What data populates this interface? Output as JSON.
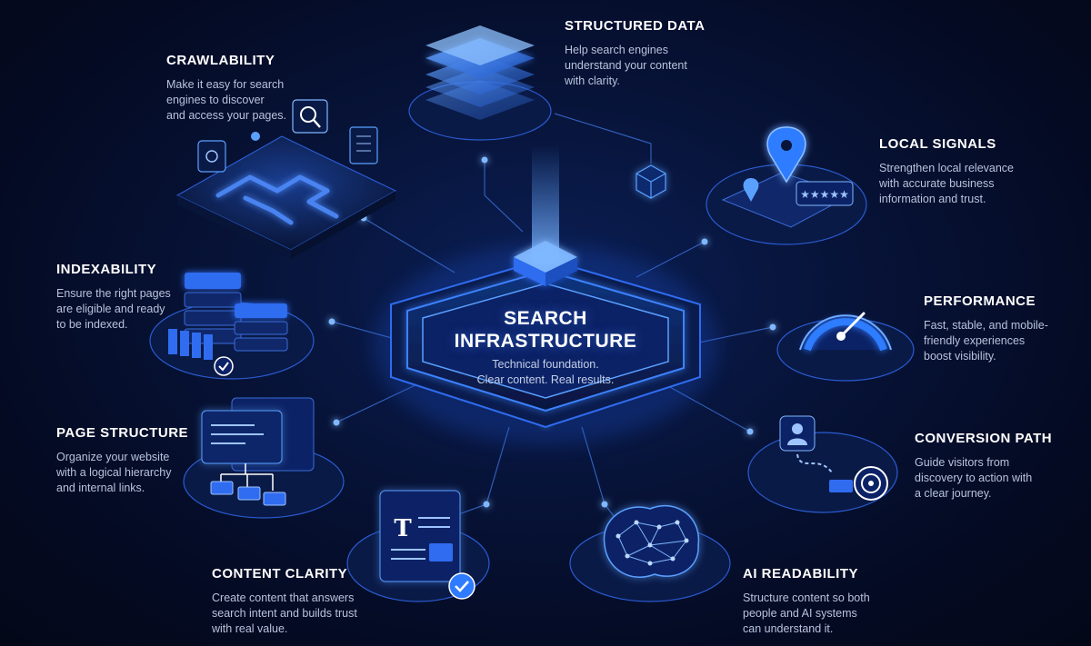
{
  "center": {
    "title": "SEARCH\nINFRASTRUCTURE",
    "subtitle": "Technical foundation.\nClear content. Real results."
  },
  "nodes": {
    "crawlability": {
      "title": "CRAWLABILITY",
      "desc": "Make it easy for search\nengines to discover\nand access your pages."
    },
    "structured_data": {
      "title": "STRUCTURED DATA",
      "desc": "Help search engines\nunderstand your content\nwith clarity."
    },
    "local_signals": {
      "title": "LOCAL SIGNALS",
      "desc": "Strengthen local relevance\nwith accurate business\ninformation and trust."
    },
    "indexability": {
      "title": "INDEXABILITY",
      "desc": "Ensure the right pages\nare eligible and ready\nto be indexed."
    },
    "performance": {
      "title": "PERFORMANCE",
      "desc": "Fast, stable, and mobile-\nfriendly experiences\nboost visibility."
    },
    "page_structure": {
      "title": "PAGE STRUCTURE",
      "desc": "Organize your website\nwith a logical hierarchy\nand internal links."
    },
    "conversion_path": {
      "title": "CONVERSION PATH",
      "desc": "Guide visitors from\ndiscovery to action with\na clear journey."
    },
    "content_clarity": {
      "title": "CONTENT CLARITY",
      "desc": "Create content that answers\nsearch intent and builds trust\nwith real value."
    },
    "ai_readability": {
      "title": "AI READABILITY",
      "desc": "Structure content so both\npeople and AI systems\ncan understand it."
    }
  },
  "colors": {
    "accent": "#2f7bff",
    "glow": "#5aa0ff",
    "line": "#3b6fd6",
    "platform": "#0d1d4a"
  },
  "icons": {
    "crawlability": "spider-map-icon",
    "structured_data": "layers-stack-icon",
    "local_signals": "map-pin-icon",
    "indexability": "server-stack-icon",
    "performance": "speedometer-icon",
    "page_structure": "sitemap-icon",
    "conversion_path": "target-path-icon",
    "content_clarity": "document-check-icon",
    "ai_readability": "brain-network-icon"
  }
}
